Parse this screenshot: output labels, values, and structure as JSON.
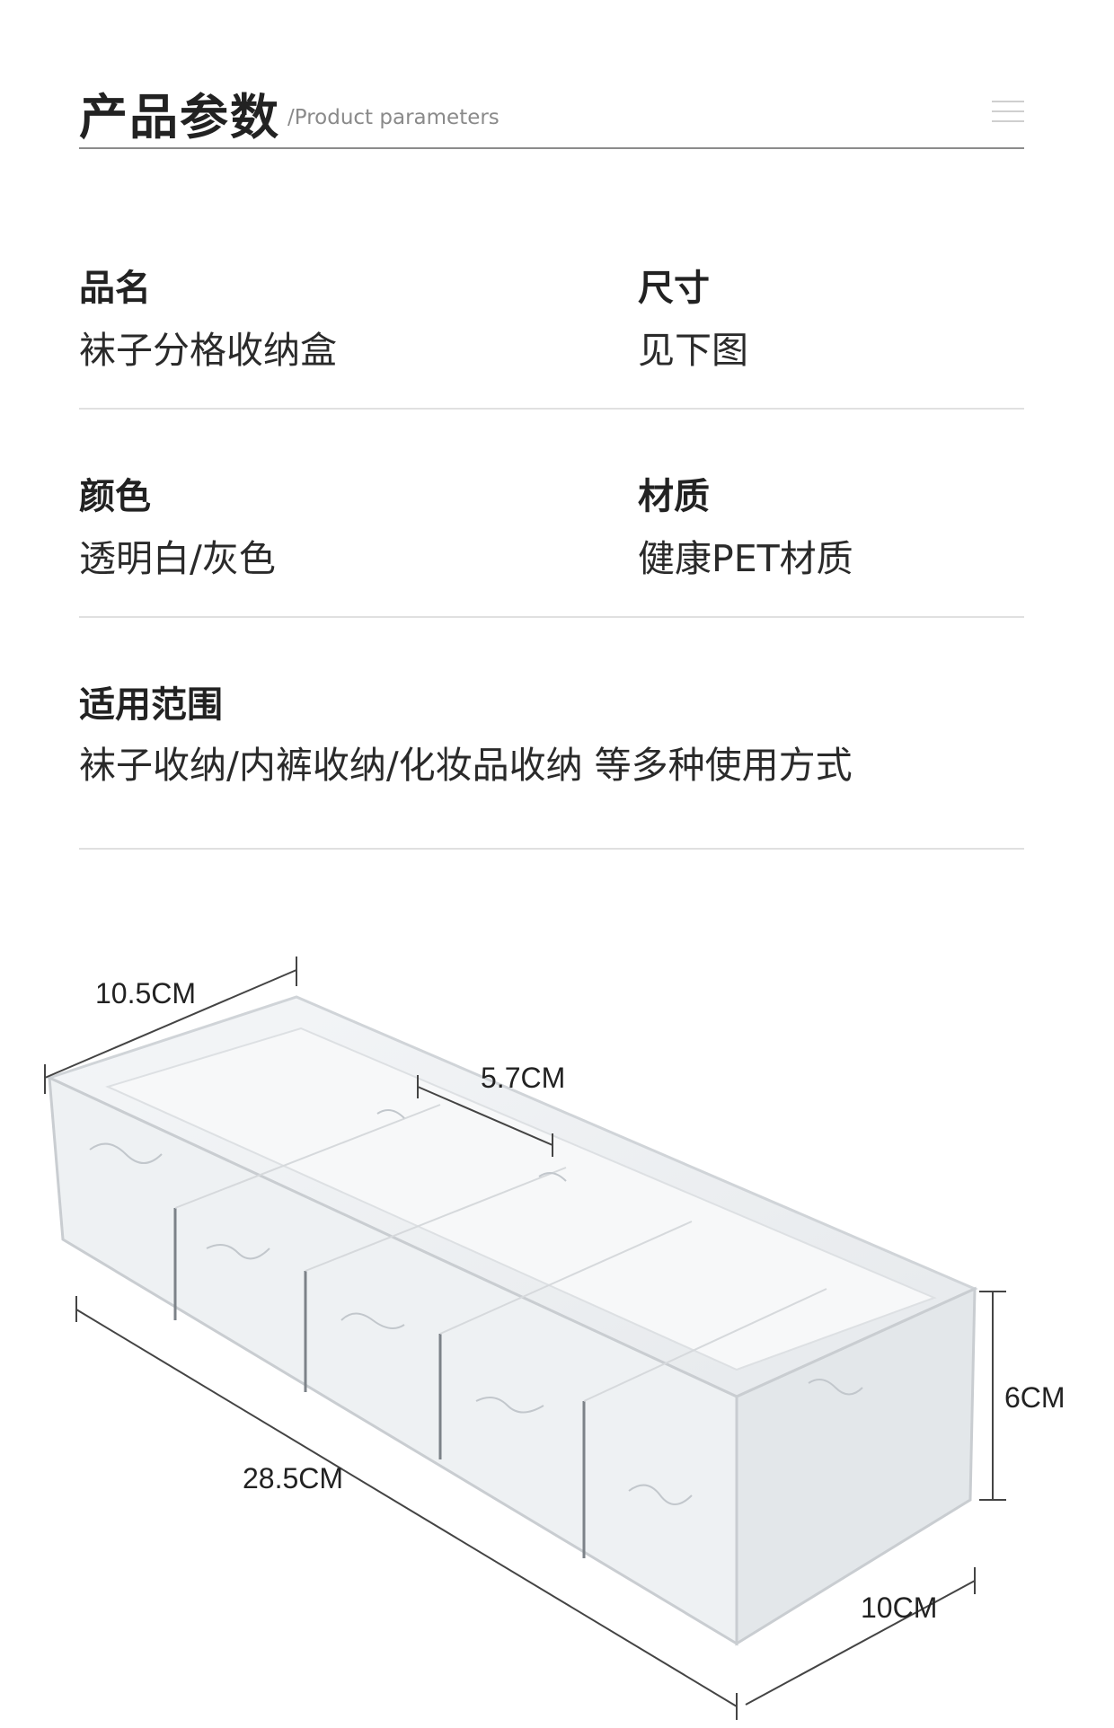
{
  "header": {
    "title": "产品参数",
    "subtitle": "/Product parameters",
    "menu_icon": "menu-lines-icon"
  },
  "params": {
    "name": {
      "label": "品名",
      "value": "袜子分格收纳盒"
    },
    "size": {
      "label": "尺寸",
      "value": "见下图"
    },
    "color": {
      "label": "颜色",
      "value": "透明白/灰色"
    },
    "material": {
      "label": "材质",
      "value": "健康PET材质"
    },
    "usage": {
      "label": "适用范围",
      "value": "袜子收纳/内裤收纳/化妆品收纳 等多种使用方式"
    }
  },
  "dimensions": {
    "width_top": "10.5CM",
    "compartment": "5.7CM",
    "length": "28.5CM",
    "height": "6CM",
    "width_bottom": "10CM"
  }
}
